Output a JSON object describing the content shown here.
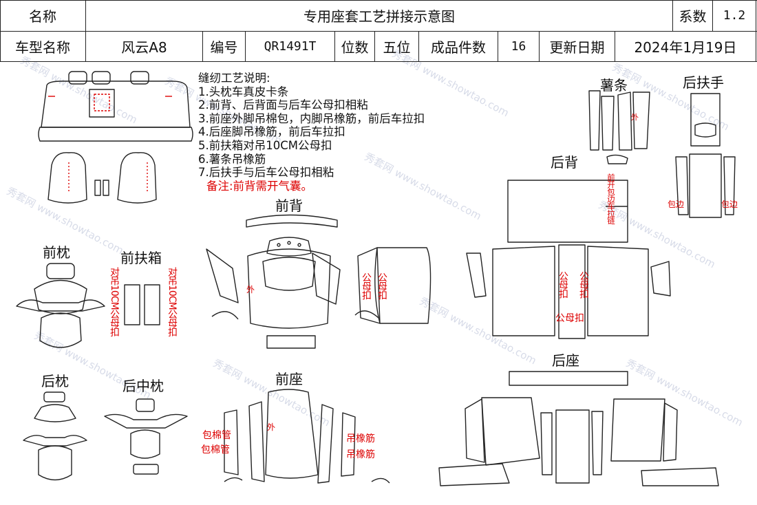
{
  "header": {
    "name_label": "名称",
    "title": "专用座套工艺拼接示意图",
    "coef_label": "系数",
    "coef_value": "1.2",
    "model_label": "车型名称",
    "model_value": "风云A8",
    "code_label": "编号",
    "code_value": "QR1491T",
    "seats_label": "位数",
    "seats_value": "五位",
    "pieces_label": "成品件数",
    "pieces_value": "16",
    "date_label": "更新日期",
    "date_value": "2024年1月19日"
  },
  "notes": {
    "title": "缝纫工艺说明:",
    "items": [
      "1.头枕车真皮卡条",
      "2.前背、后背面与后车公母扣相粘",
      "3.前座外脚吊棉包，内脚吊橡筋，前后车拉扣",
      "4.后座脚吊橡筋，前后车拉扣",
      "5.前扶箱对吊10CM公母扣",
      "6.薯条吊橡筋",
      "7.后扶手与后车公母扣相粘"
    ],
    "remark": "备注:前背需开气囊。"
  },
  "sections": {
    "front_headrest": "前枕",
    "front_armbox": "前扶箱",
    "rear_headrest": "后枕",
    "rear_mid_headrest": "后中枕",
    "front_back": "前背",
    "front_seat": "前座",
    "fries_strip": "薯条",
    "rear_back": "后背",
    "rear_seat": "后座",
    "rear_armrest": "后扶手"
  },
  "annotations": {
    "armbox_left": "对吊10CM公母扣",
    "armbox_right": "对吊10CM公母扣",
    "outer_back": "外",
    "outer_fries": "外",
    "outer_seat": "外",
    "male_female_1": "公母扣",
    "male_female_2": "公母扣",
    "rear_mf_left": "公母扣",
    "rear_mf_right": "公母扣",
    "rear_mf_bottom": "公母扣",
    "rear_back_edge": "前开包边车拉链",
    "wrap_edge_left": "包边",
    "wrap_edge_right": "包边",
    "cotton_1": "包棉管",
    "cotton_2": "包棉管",
    "elastic_1": "吊橡筋",
    "elastic_2": "吊橡筋"
  },
  "watermark": {
    "text_cn": "秀套网",
    "text_en": "www.showtao.com"
  }
}
